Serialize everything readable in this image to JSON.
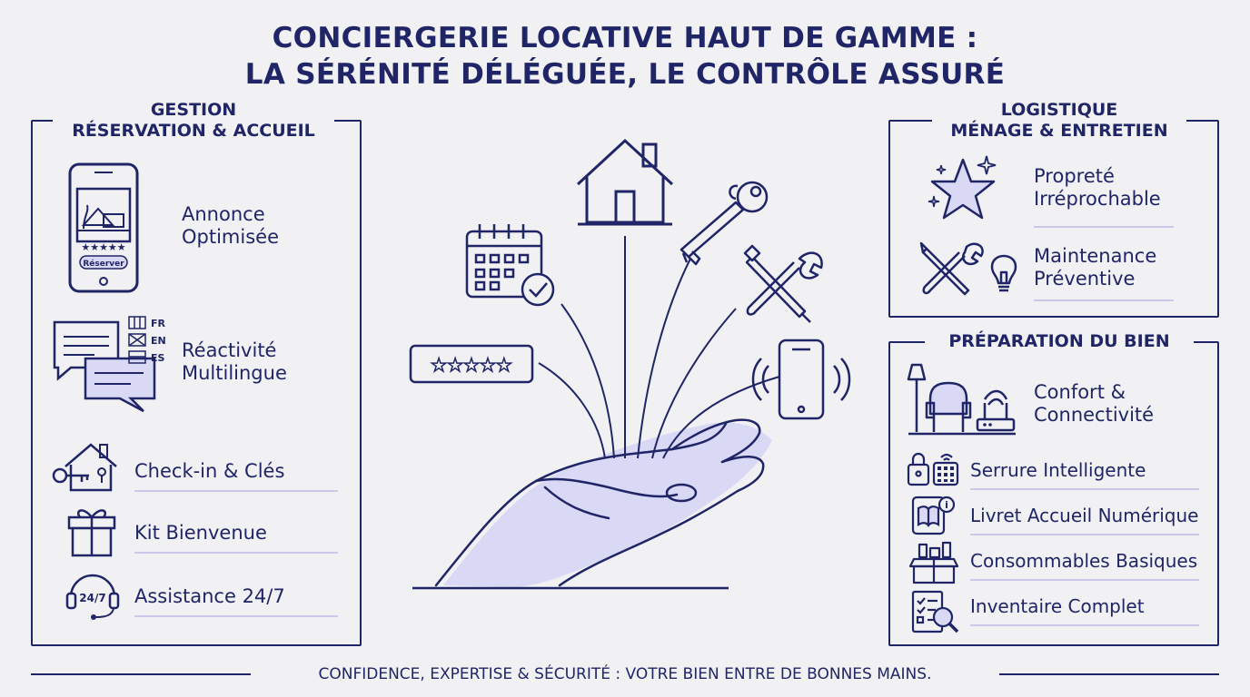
{
  "title": {
    "line1": "CONCIERGERIE LOCATIVE HAUT DE GAMME :",
    "line2": "LA SÉRÉNITÉ DÉLÉGUÉE, LE CONTRÔLE ASSURÉ"
  },
  "left_panel": {
    "title_line1": "GESTION",
    "title_line2": "RÉSERVATION & ACCUEIL",
    "items": [
      {
        "line1": "Annonce",
        "line2": "Optimisée",
        "icon": "smartphone-listing-icon"
      },
      {
        "line1": "Réactivité",
        "line2": "Multilingue",
        "icon": "chat-bubbles-icon"
      },
      {
        "line1": "Check-in & Clés",
        "icon": "house-key-icon"
      },
      {
        "line1": "Kit Bienvenue",
        "icon": "gift-icon"
      },
      {
        "line1": "Assistance 24/7",
        "icon": "headset-icon"
      }
    ],
    "phone_button": "Réserver",
    "languages": [
      "FR",
      "EN",
      "ES"
    ],
    "headset_label": "24/7"
  },
  "right_top_panel": {
    "title_line1": "LOGISTIQUE",
    "title_line2": "MÉNAGE & ENTRETIEN",
    "items": [
      {
        "line1": "Propreté",
        "line2": "Irréprochable",
        "icon": "sparkle-star-icon"
      },
      {
        "line1": "Maintenance",
        "line2": "Préventive",
        "icon": "tools-bulb-icon"
      }
    ]
  },
  "right_bottom_panel": {
    "title": "PRÉPARATION DU BIEN",
    "items": [
      {
        "line1": "Confort &",
        "line2": "Connectivité",
        "icon": "lamp-chair-router-icon"
      },
      {
        "line1": "Serrure Intelligente",
        "icon": "smart-lock-icon"
      },
      {
        "line1": "Livret Accueil Numérique",
        "icon": "tablet-book-icon"
      },
      {
        "line1": "Consommables Basiques",
        "icon": "supplies-box-icon"
      },
      {
        "line1": "Inventaire Complet",
        "icon": "checklist-magnifier-icon"
      }
    ]
  },
  "footer": "CONFIDENCE, EXPERTISE & SÉCURITÉ : VOTRE BIEN ENTRE DE BONNES MAINS.",
  "colors": {
    "navy": "#1f2566",
    "lavender": "#c9c8e8",
    "lavender_fill": "#d9d8f5",
    "background": "#f1f1f3"
  }
}
